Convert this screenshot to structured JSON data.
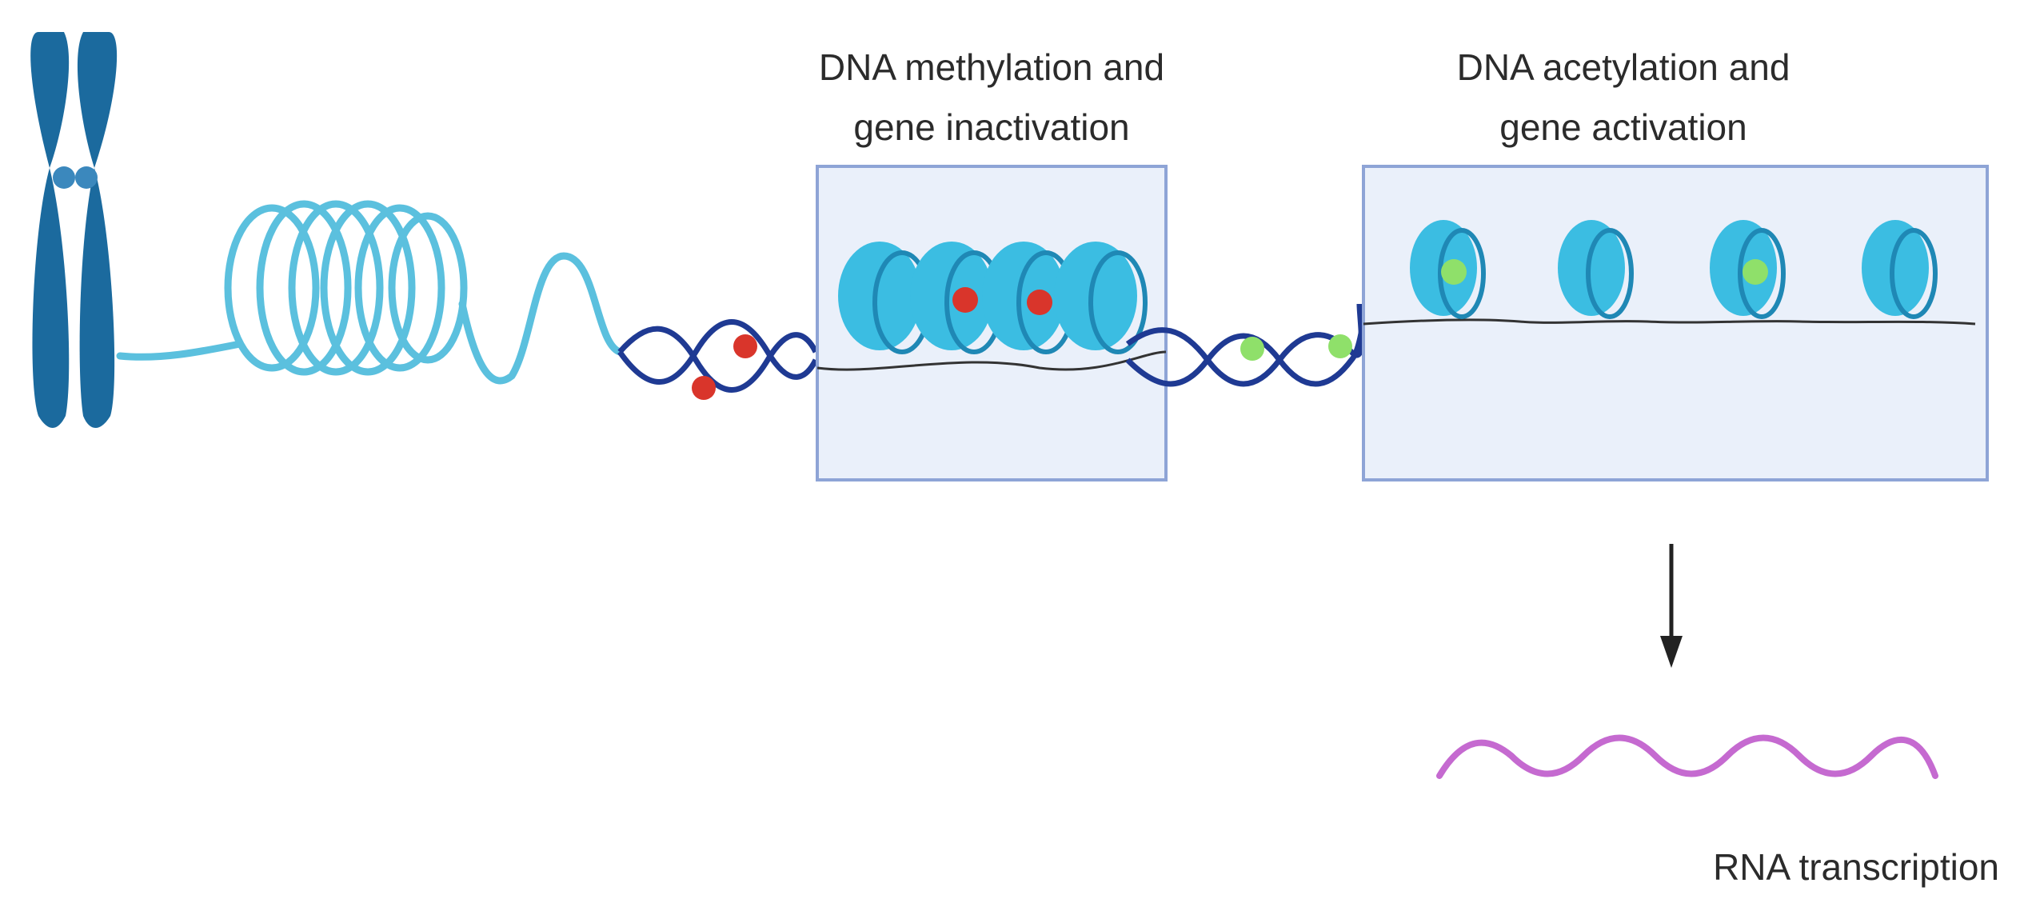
{
  "labels": {
    "methylation_line1": "DNA methylation and",
    "methylation_line2": "gene inactivation",
    "acetylation_line1": "DNA acetylation and",
    "acetylation_line2": "gene activation",
    "rna": "RNA transcription"
  },
  "colors": {
    "chromosome": "#1b6a9e",
    "chromatin_coil": "#5bc0de",
    "dna_strand": "#1f3a93",
    "nucleosome": "#3bbde2",
    "nucleosome_dark": "#1f88b5",
    "methyl_mark": "#d9352b",
    "acetyl_mark": "#8fe06a",
    "panel_fill": "#eaf0fa",
    "panel_border": "#8ea4d6",
    "rna": "#c56ad0",
    "arrow": "#222222"
  },
  "icons": {
    "chromosome": "chromosome-icon",
    "coil": "chromatin-coil-icon",
    "helix": "dna-helix-icon",
    "nucleosome": "nucleosome-icon",
    "rna": "rna-wave-icon"
  }
}
